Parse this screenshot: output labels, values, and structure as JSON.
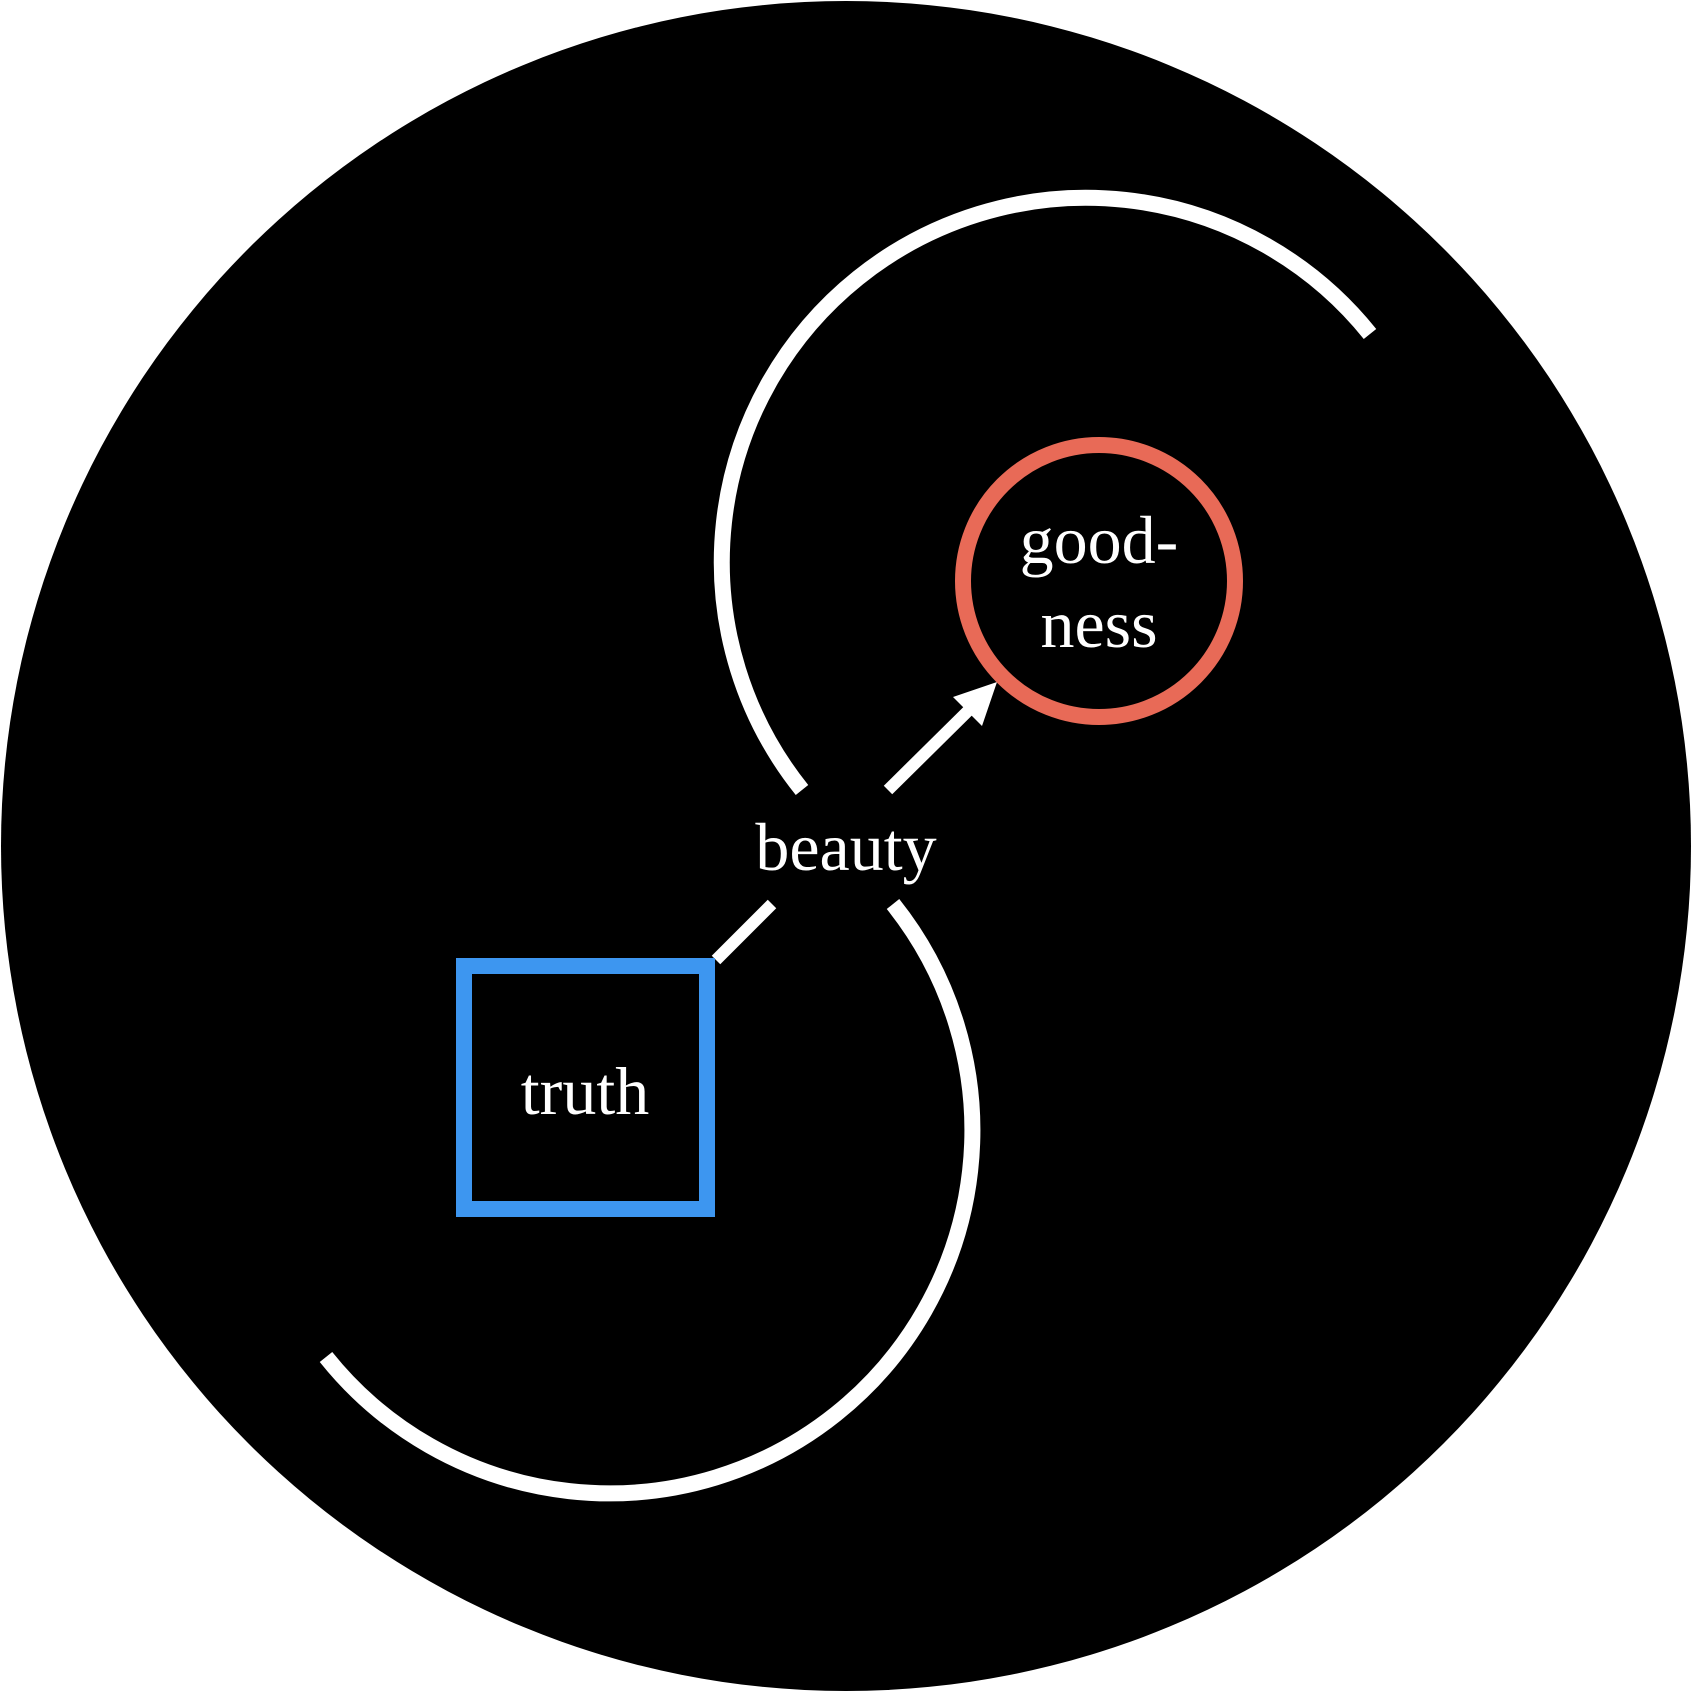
{
  "nodes": {
    "beauty": {
      "label": "beauty"
    },
    "truth": {
      "label": "truth",
      "shape": "square",
      "border_color": "#3d96f0"
    },
    "goodness": {
      "label_line1": "good-",
      "label_line2": "ness",
      "shape": "circle",
      "border_color": "#e86a57"
    }
  },
  "edges": [
    {
      "from": "beauty",
      "to": "goodness",
      "arrow": true
    },
    {
      "from": "beauty",
      "to": "truth",
      "arrow": false
    }
  ],
  "colors": {
    "background": "#000000",
    "lines": "#ffffff",
    "text": "#ffffff"
  }
}
